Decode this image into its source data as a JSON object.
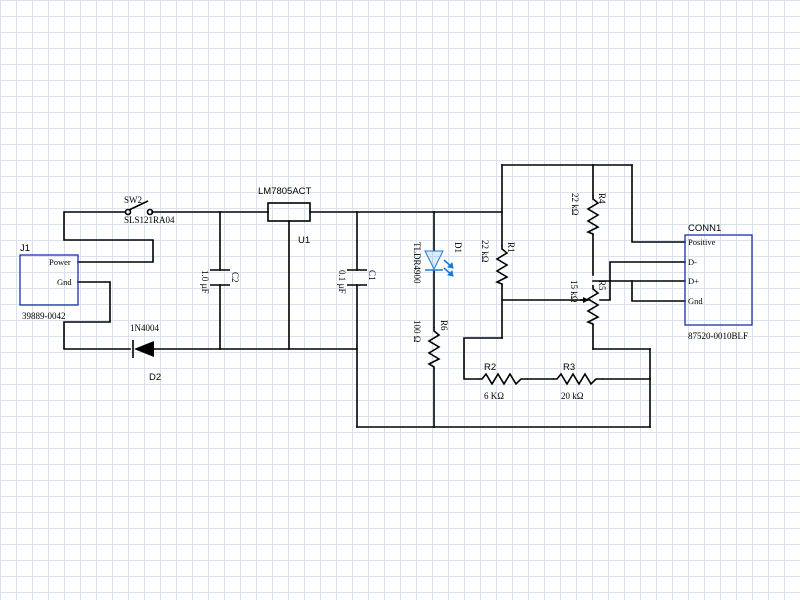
{
  "components": {
    "j1": {
      "ref": "J1",
      "part": "39889-0042",
      "pins": [
        "Power",
        "Gnd"
      ]
    },
    "sw2": {
      "ref": "SW2",
      "part": "SLS121RA04"
    },
    "d2": {
      "ref": "D2",
      "part": "1N4004"
    },
    "c2": {
      "ref": "C2",
      "value": "1.0 µF"
    },
    "u1": {
      "ref": "U1",
      "part": "LM7805ACT"
    },
    "c1": {
      "ref": "C1",
      "value": "0.1 µF"
    },
    "d1": {
      "ref": "D1",
      "part": "TLDR4900"
    },
    "r6": {
      "ref": "R6",
      "value": "100 Ω"
    },
    "r1": {
      "ref": "R1",
      "value": "22 kΩ"
    },
    "r4": {
      "ref": "R4",
      "value": "22 kΩ"
    },
    "r5": {
      "ref": "R5",
      "value": "15 kΩ"
    },
    "r2": {
      "ref": "R2",
      "value": "6 KΩ"
    },
    "r3": {
      "ref": "R3",
      "value": "20 kΩ"
    },
    "conn1": {
      "ref": "CONN1",
      "part": "87520-0010BLF",
      "pins": [
        "Positive",
        "D-",
        "D+",
        "Gnd"
      ]
    }
  },
  "colors": {
    "wire": "#000000",
    "box": "#1c2fa8",
    "led": "#1f78d6",
    "grid": "#d6e3ef"
  }
}
